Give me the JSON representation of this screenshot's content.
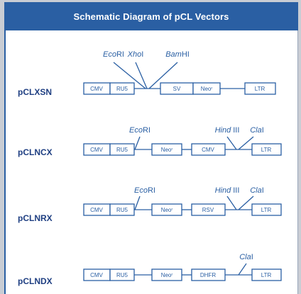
{
  "title": "Schematic Diagram of pCL Vectors",
  "colors": {
    "accent": "#2a5fa3",
    "label": "#1f3f82"
  },
  "vectors": [
    {
      "name": "pCLXSN",
      "segments": [
        "CMV",
        "RU5",
        "SV",
        "Neoʳ",
        "LTR"
      ],
      "sites": [
        {
          "text": "EcoRI",
          "italic_part": "Eco",
          "plain_part": "RI"
        },
        {
          "text": "XhoI",
          "italic_part": "Xho",
          "plain_part": "I"
        },
        {
          "text": "BamHI",
          "italic_part": "Bam",
          "plain_part": "HI"
        }
      ]
    },
    {
      "name": "pCLNCX",
      "segments": [
        "CMV",
        "RU5",
        "Neoʳ",
        "CMV",
        "LTR"
      ],
      "sites": [
        {
          "text": "EcoRI",
          "italic_part": "Eco",
          "plain_part": "RI"
        },
        {
          "text": "Hind III",
          "italic_part": "Hind",
          "plain_part": " III"
        },
        {
          "text": "ClaI",
          "italic_part": "Cla",
          "plain_part": "I"
        }
      ]
    },
    {
      "name": "pCLNRX",
      "segments": [
        "CMV",
        "RU5",
        "Neoʳ",
        "RSV",
        "LTR"
      ],
      "sites": [
        {
          "text": "EcoRI",
          "italic_part": "Eco",
          "plain_part": "RI"
        },
        {
          "text": "Hind III",
          "italic_part": "Hind",
          "plain_part": " III"
        },
        {
          "text": "ClaI",
          "italic_part": "Cla",
          "plain_part": "I"
        }
      ]
    },
    {
      "name": "pCLNDX",
      "segments": [
        "CMV",
        "RU5",
        "Neoʳ",
        "DHFR",
        "LTR"
      ],
      "sites": [
        {
          "text": "ClaI",
          "italic_part": "Cla",
          "plain_part": "I"
        }
      ]
    }
  ]
}
